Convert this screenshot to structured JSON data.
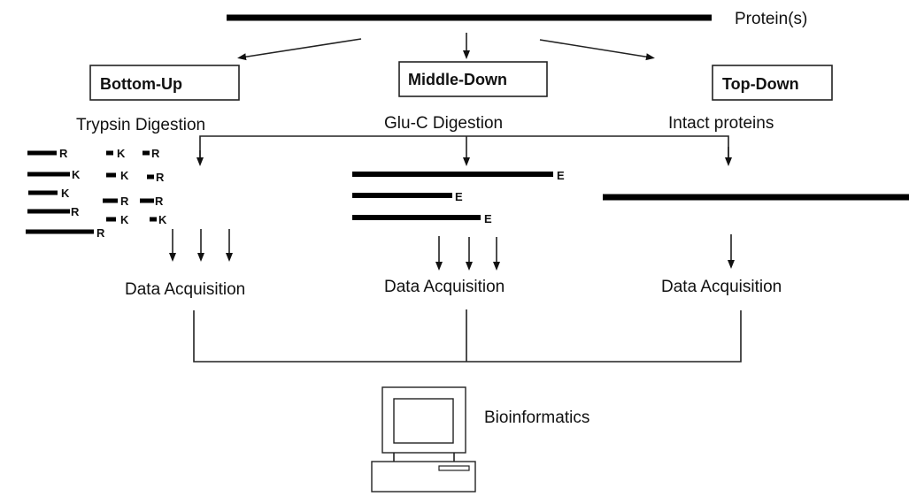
{
  "protein_label": "Protein(s)",
  "strategies": [
    {
      "name": "Bottom-Up",
      "digestion": "Trypsin Digestion",
      "acquisition": "Data Acquisition"
    },
    {
      "name": "Middle-Down",
      "digestion": "Glu-C Digestion",
      "acquisition": "Data Acquisition"
    },
    {
      "name": "Top-Down",
      "digestion": "Intact proteins",
      "acquisition": "Data Acquisition"
    }
  ],
  "fragments": {
    "bottom_up": {
      "col1": [
        "R",
        "K",
        "K",
        "R",
        "R"
      ],
      "col2": [
        "K",
        "K",
        "R",
        "K"
      ],
      "col3": [
        "R",
        "R",
        "R",
        "K"
      ]
    },
    "middle_down": [
      "E",
      "E",
      "E"
    ]
  },
  "bioinformatics_label": "Bioinformatics"
}
